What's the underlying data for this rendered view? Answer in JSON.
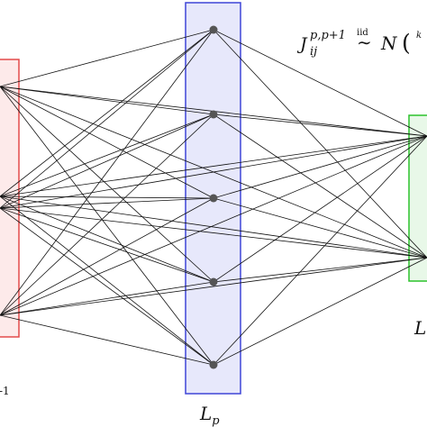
{
  "layers": [
    {
      "id": "left",
      "label_visible": "-1",
      "color": "#e34a4a",
      "fill": "#fdeaea",
      "node_count": 4
    },
    {
      "id": "middle",
      "label_main": "L",
      "label_sub": "p",
      "color": "#3f45d7",
      "fill": "#e7e8fb",
      "node_count": 5
    },
    {
      "id": "right",
      "label_main": "L",
      "color": "#2cc22c",
      "fill": "#e8f8e8",
      "node_count": 2
    }
  ],
  "formula": {
    "symbol": "J",
    "superscript": "p,p+1",
    "subscript": "ij",
    "tilde_label": "iid",
    "distribution": "N",
    "open_paren": "(",
    "trailing_fragment": "k"
  },
  "colors": {
    "edge": "#111111",
    "node": "#555555"
  }
}
